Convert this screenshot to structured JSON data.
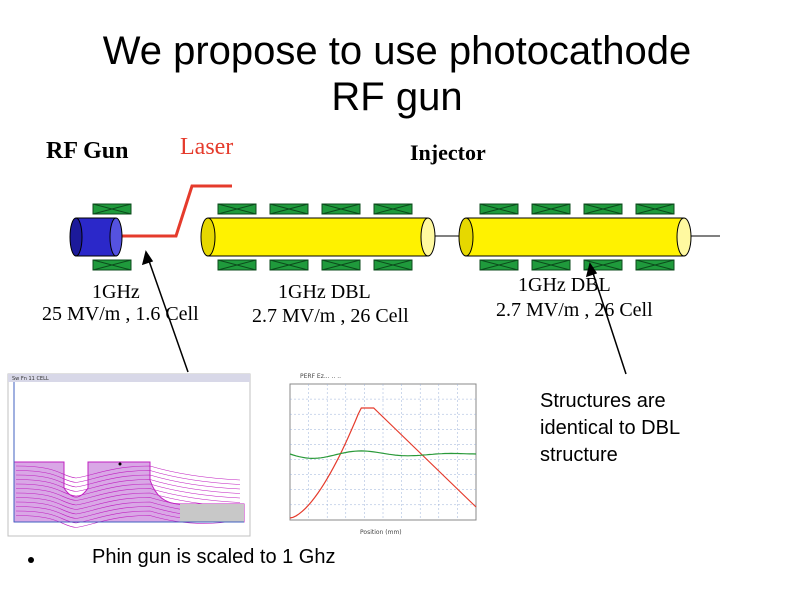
{
  "title": {
    "line1": "We propose to use photocathode",
    "line2": "RF gun"
  },
  "labels": {
    "rf_gun": "RF Gun",
    "laser": "Laser",
    "injector": "Injector",
    "gun_freq": "1GHz",
    "gun_spec": "25 MV/m , 1.6 Cell",
    "dbl1_freq": "1GHz DBL",
    "dbl1_spec": "2.7 MV/m , 26 Cell",
    "dbl2_freq": "1GHz DBL",
    "dbl2_spec": "2.7 MV/m , 26 Cell"
  },
  "note": {
    "line1": "Structures are",
    "line2": "identical to DBL",
    "line3": "structure"
  },
  "bullet": "Phin gun is scaled to 1 Ghz",
  "colors": {
    "gun": "#2b28c9",
    "tube": "#fff200",
    "magnet": "#1f9a3c",
    "laser": "#e53b2c"
  }
}
